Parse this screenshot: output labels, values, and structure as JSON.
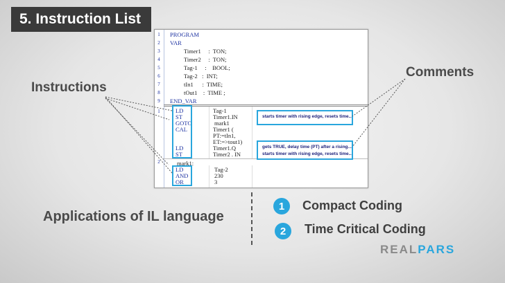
{
  "title": "5. Instruction List",
  "labels": {
    "instructions": "Instructions",
    "comments": "Comments"
  },
  "code": {
    "var_lines": [
      {
        "n": "1",
        "kw": "PROGRAM",
        "text": ""
      },
      {
        "n": "2",
        "kw": "VAR",
        "text": ""
      },
      {
        "n": "3",
        "kw": "",
        "text": "Timer1     :  TON;"
      },
      {
        "n": "4",
        "kw": "",
        "text": "Timer2     :  TON;"
      },
      {
        "n": "5",
        "kw": "",
        "text": "Tag-1     :    BOOL;"
      },
      {
        "n": "6",
        "kw": "",
        "text": "Tag-2   :  INT;"
      },
      {
        "n": "7",
        "kw": "",
        "text": "tIn1      :  TIME;"
      },
      {
        "n": "8",
        "kw": "",
        "text": "tOut1    :  TIME ;"
      },
      {
        "n": "9",
        "kw": "END_VAR",
        "text": ""
      }
    ],
    "block1_number": "1",
    "block1": [
      {
        "op": "LD",
        "arg": "Tag-1"
      },
      {
        "op": "ST",
        "arg": "Timer1.IN"
      },
      {
        "op": "GOTO",
        "arg": "mark1"
      },
      {
        "op": "CAL",
        "arg": "Timer1 ("
      },
      {
        "op": "",
        "arg": "PT:=tIn1,"
      },
      {
        "op": "",
        "arg": "ET:=>tout1)"
      },
      {
        "op": "LD",
        "arg": "Timer1.Q"
      },
      {
        "op": "ST",
        "arg": "Timer2 . IN"
      }
    ],
    "block2_number": "2",
    "block2_label": "mark1:",
    "block2": [
      {
        "op": "LD",
        "arg": "Tag-2"
      },
      {
        "op": "AND",
        "arg": "230"
      },
      {
        "op": "OR",
        "arg": "3"
      }
    ],
    "comments": [
      "starts timer with rising edge, resets time...",
      "gets TRUE, delay time (PT) after a rising...",
      "starts timer with rising edge, resets time..."
    ]
  },
  "applications": {
    "heading": "Applications of IL language",
    "items": [
      {
        "num": "1",
        "label": "Compact Coding"
      },
      {
        "num": "2",
        "label": "Time Critical Coding"
      }
    ]
  },
  "logo": {
    "part1": "REAL",
    "part2": "PARS"
  },
  "colors": {
    "accent": "#29a6dd",
    "keyword": "#1a2fa0",
    "title_bg": "#3a3a3a"
  }
}
